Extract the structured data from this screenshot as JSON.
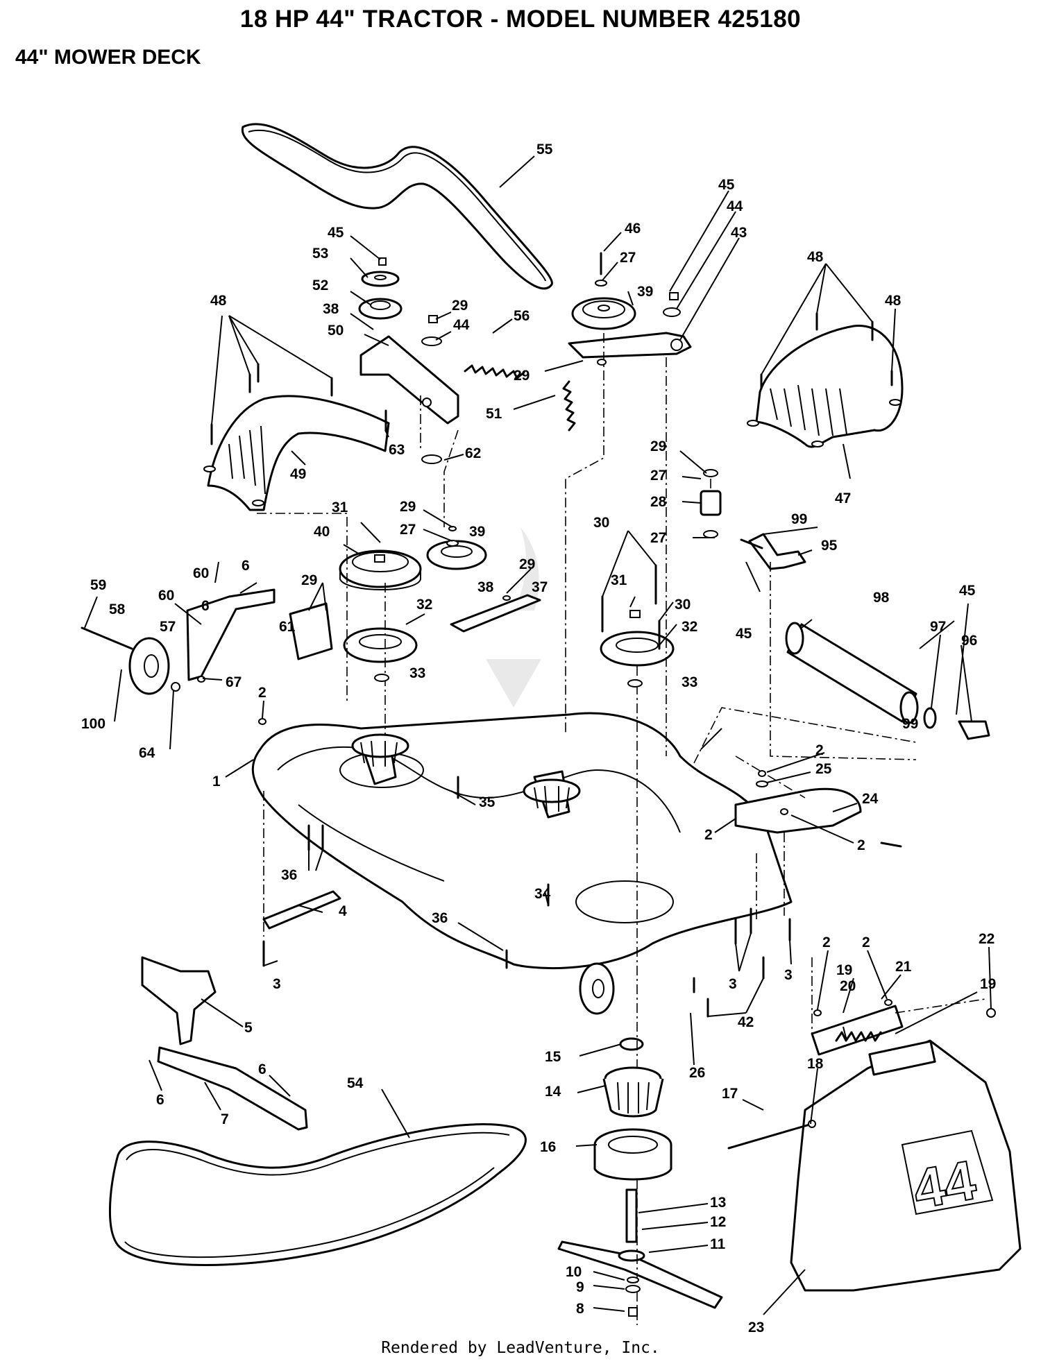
{
  "header": {
    "title": "18 HP 44\" TRACTOR - MODEL NUMBER 425180",
    "subtitle": "44\" MOWER DECK"
  },
  "footer": {
    "text": "Rendered by LeadVenture, Inc."
  },
  "deck_badge": {
    "text": "44"
  },
  "callouts": [
    {
      "id": "c1",
      "label": "55"
    },
    {
      "id": "c2",
      "label": "45"
    },
    {
      "id": "c3",
      "label": "44"
    },
    {
      "id": "c4",
      "label": "43"
    },
    {
      "id": "c5",
      "label": "45"
    },
    {
      "id": "c6",
      "label": "53"
    },
    {
      "id": "c7",
      "label": "46"
    },
    {
      "id": "c8",
      "label": "27"
    },
    {
      "id": "c9",
      "label": "48"
    },
    {
      "id": "c10",
      "label": "48"
    },
    {
      "id": "c11",
      "label": "52"
    },
    {
      "id": "c12",
      "label": "29"
    },
    {
      "id": "c13",
      "label": "39"
    },
    {
      "id": "c14",
      "label": "48"
    },
    {
      "id": "c15",
      "label": "38"
    },
    {
      "id": "c16",
      "label": "44"
    },
    {
      "id": "c17",
      "label": "56"
    },
    {
      "id": "c18",
      "label": "50"
    },
    {
      "id": "c19",
      "label": "29"
    },
    {
      "id": "c20",
      "label": "51"
    },
    {
      "id": "c21",
      "label": "63"
    },
    {
      "id": "c22",
      "label": "62"
    },
    {
      "id": "c23",
      "label": "49"
    },
    {
      "id": "c24",
      "label": "29"
    },
    {
      "id": "c25",
      "label": "27"
    },
    {
      "id": "c26",
      "label": "28"
    },
    {
      "id": "c27",
      "label": "47"
    },
    {
      "id": "c28",
      "label": "31"
    },
    {
      "id": "c29",
      "label": "29"
    },
    {
      "id": "c30",
      "label": "27"
    },
    {
      "id": "c31",
      "label": "39"
    },
    {
      "id": "c32",
      "label": "40"
    },
    {
      "id": "c33",
      "label": "30"
    },
    {
      "id": "c34",
      "label": "27"
    },
    {
      "id": "c35",
      "label": "99"
    },
    {
      "id": "c36",
      "label": "95"
    },
    {
      "id": "c37",
      "label": "6"
    },
    {
      "id": "c38",
      "label": "60"
    },
    {
      "id": "c39",
      "label": "29"
    },
    {
      "id": "c40",
      "label": "29"
    },
    {
      "id": "c41",
      "label": "59"
    },
    {
      "id": "c42",
      "label": "38"
    },
    {
      "id": "c43",
      "label": "37"
    },
    {
      "id": "c44",
      "label": "31"
    },
    {
      "id": "c45",
      "label": "98"
    },
    {
      "id": "c46",
      "label": "60"
    },
    {
      "id": "c47",
      "label": "45"
    },
    {
      "id": "c48",
      "label": "58"
    },
    {
      "id": "c49",
      "label": "6"
    },
    {
      "id": "c50",
      "label": "32"
    },
    {
      "id": "c51",
      "label": "30"
    },
    {
      "id": "c52",
      "label": "45"
    },
    {
      "id": "c53",
      "label": "57"
    },
    {
      "id": "c54",
      "label": "61"
    },
    {
      "id": "c55",
      "label": "32"
    },
    {
      "id": "c56",
      "label": "97"
    },
    {
      "id": "c57",
      "label": "96"
    },
    {
      "id": "c58",
      "label": "2"
    },
    {
      "id": "c59",
      "label": "67"
    },
    {
      "id": "c60",
      "label": "33"
    },
    {
      "id": "c61",
      "label": "33"
    },
    {
      "id": "c62",
      "label": "100"
    },
    {
      "id": "c63",
      "label": "64"
    },
    {
      "id": "c64",
      "label": "99"
    },
    {
      "id": "c65",
      "label": "2"
    },
    {
      "id": "c66",
      "label": "25"
    },
    {
      "id": "c67",
      "label": "1"
    },
    {
      "id": "c68",
      "label": "35"
    },
    {
      "id": "c69",
      "label": "24"
    },
    {
      "id": "c70",
      "label": "2"
    },
    {
      "id": "c71",
      "label": "2"
    },
    {
      "id": "c72",
      "label": "36"
    },
    {
      "id": "c73",
      "label": "34"
    },
    {
      "id": "c74",
      "label": "4"
    },
    {
      "id": "c75",
      "label": "36"
    },
    {
      "id": "c76",
      "label": "22"
    },
    {
      "id": "c77",
      "label": "2"
    },
    {
      "id": "c78",
      "label": "2"
    },
    {
      "id": "c79",
      "label": "19"
    },
    {
      "id": "c80",
      "label": "21"
    },
    {
      "id": "c81",
      "label": "19"
    },
    {
      "id": "c82",
      "label": "3"
    },
    {
      "id": "c83",
      "label": "3"
    },
    {
      "id": "c84",
      "label": "3"
    },
    {
      "id": "c85",
      "label": "20"
    },
    {
      "id": "c86",
      "label": "42"
    },
    {
      "id": "c87",
      "label": "5"
    },
    {
      "id": "c88",
      "label": "15"
    },
    {
      "id": "c89",
      "label": "26"
    },
    {
      "id": "c90",
      "label": "6"
    },
    {
      "id": "c91",
      "label": "18"
    },
    {
      "id": "c92",
      "label": "14"
    },
    {
      "id": "c93",
      "label": "17"
    },
    {
      "id": "c94",
      "label": "54"
    },
    {
      "id": "c95",
      "label": "6"
    },
    {
      "id": "c96",
      "label": "7"
    },
    {
      "id": "c97",
      "label": "16"
    },
    {
      "id": "c98",
      "label": "13"
    },
    {
      "id": "c99",
      "label": "12"
    },
    {
      "id": "c100",
      "label": "11"
    },
    {
      "id": "c101",
      "label": "10"
    },
    {
      "id": "c102",
      "label": "9"
    },
    {
      "id": "c103",
      "label": "8"
    },
    {
      "id": "c104",
      "label": "23"
    }
  ]
}
